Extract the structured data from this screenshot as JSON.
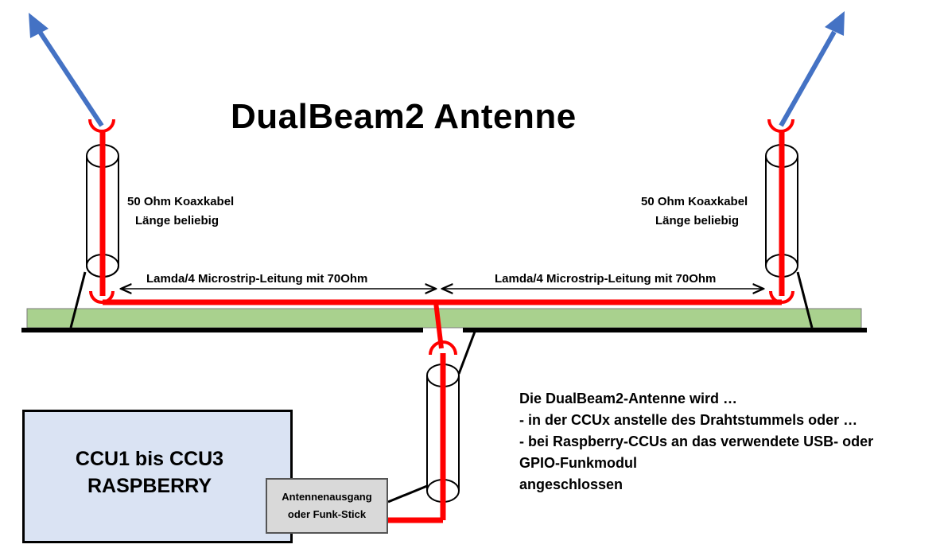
{
  "title": "DualBeam2 Antenne",
  "coax_left": {
    "line1": "50 Ohm Koaxkabel",
    "line2": "Länge beliebig"
  },
  "coax_right": {
    "line1": "50 Ohm Koaxkabel",
    "line2": "Länge beliebig"
  },
  "microstrip_left": "Lamda/4 Microstrip-Leitung mit 70Ohm",
  "microstrip_right": "Lamda/4 Microstrip-Leitung mit 70Ohm",
  "ccu": {
    "line1": "CCU1 bis CCU3",
    "line2": "RASPBERRY"
  },
  "antenna_output": {
    "line1": "Antennenausgang",
    "line2": "oder Funk-Stick"
  },
  "note": {
    "line1": "Die DualBeam2-Antenne wird …",
    "line2": "- in der CCUx anstelle des Drahtstummels  oder …",
    "line3": "- bei Raspberry-CCUs an das verwendete USB- oder",
    "line4": "GPIO-Funkmodul",
    "line5": "angeschlossen"
  },
  "colors": {
    "conductor": "#ff0000",
    "board": "#a9d18e",
    "ground": "#000000",
    "radiation_arrow": "#4472c4",
    "ccu_box": "#dae3f3",
    "output_box": "#d9d9d9"
  }
}
